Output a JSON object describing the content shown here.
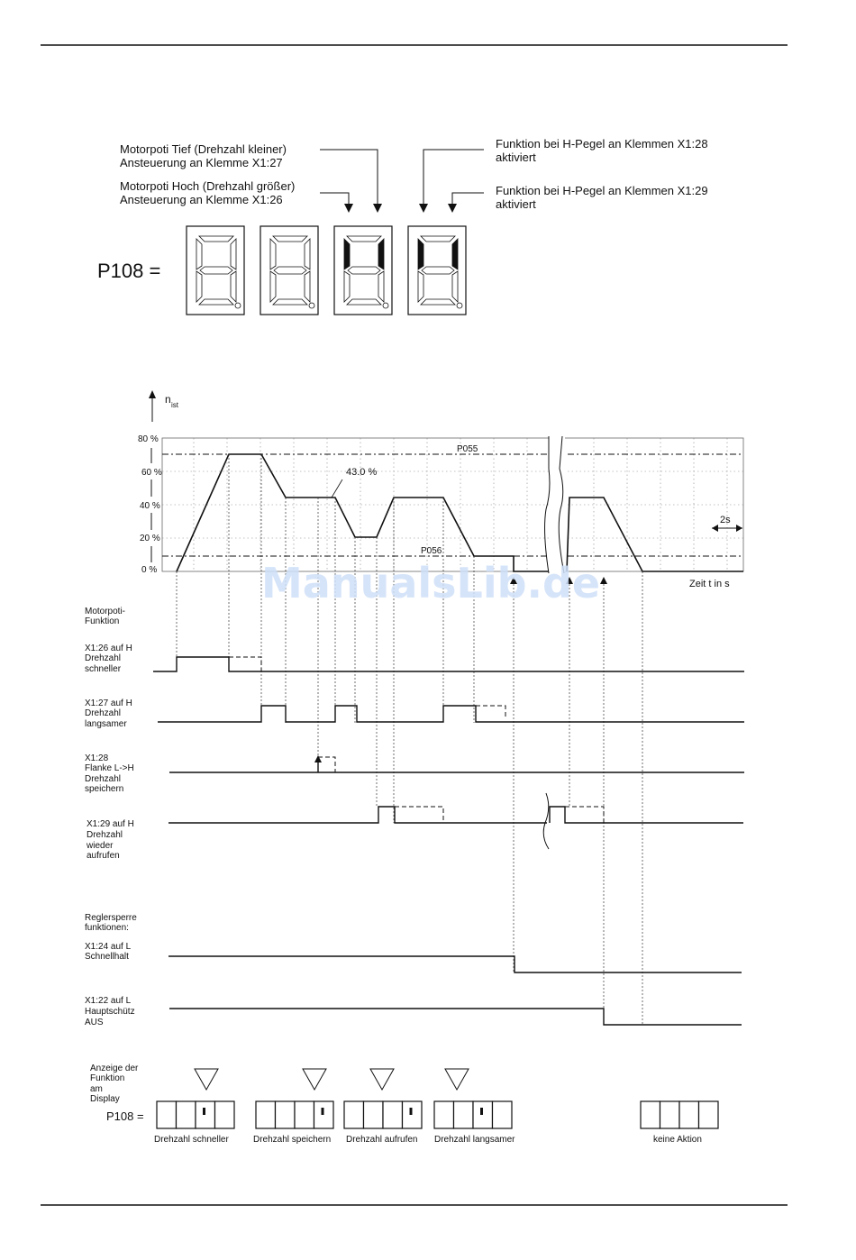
{
  "top_diagram": {
    "label_tief_1": "Motorpoti Tief (Drehzahl kleiner)",
    "label_tief_2": "Ansteuerung an Klemme X1:27",
    "label_hoch_1": "Motorpoti Hoch (Drehzahl größer)",
    "label_hoch_2": "Ansteuerung an Klemme X1:26",
    "label_x28_1": "Funktion bei H-Pegel an Klemmen X1:28",
    "label_x28_2": "aktiviert",
    "label_x29_1": "Funktion bei H-Pegel an Klemmen X1:29",
    "label_x29_2": "aktiviert",
    "param": "P108 ="
  },
  "speed_chart": {
    "y_symbol": "n",
    "y_symbol_sub": "ist",
    "y_ticks": [
      "80 %",
      "60 %",
      "40 %",
      "20 %",
      "0 %"
    ],
    "ref_p055": "P055",
    "ref_p056": "P056",
    "annotation": "43.0 %",
    "time_span": "2s",
    "x_label": "Zeit t in s"
  },
  "signals": {
    "motorpoti_header_1": "Motorpoti-",
    "motorpoti_header_2": "Funktion",
    "x126": [
      "X1:26 auf H",
      "Drehzahl",
      "schneller"
    ],
    "x127": [
      "X1:27 auf H",
      "Drehzahl",
      "langsamer"
    ],
    "x128": [
      "X1:28",
      "Flanke L->H",
      "Drehzahl",
      "speichern"
    ],
    "x129": [
      "X1:29 auf H",
      "Drehzahl",
      "wieder",
      "aufrufen"
    ],
    "regler_header_1": "Reglersperre",
    "regler_header_2": "funktionen:",
    "x124": [
      "X1:24 auf L",
      "Schnellhalt"
    ],
    "x122": [
      "X1:22 auf L",
      "Hauptschütz",
      "AUS"
    ]
  },
  "display_row": {
    "header": [
      "Anzeige der",
      "Funktion",
      "am",
      "Display"
    ],
    "param": "P108 =",
    "captions": [
      "Drehzahl schneller",
      "Drehzahl speichern",
      "Drehzahl aufrufen",
      "Drehzahl langsamer",
      "keine Aktion"
    ]
  },
  "watermark": "ManualsLib.de"
}
